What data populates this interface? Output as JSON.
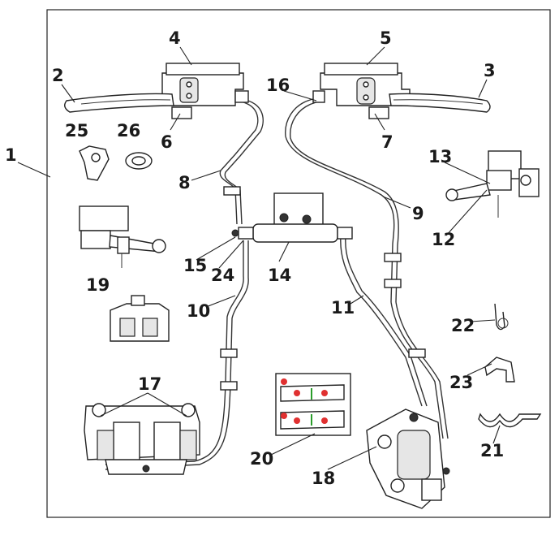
{
  "diagram": {
    "callouts": [
      "1",
      "2",
      "3",
      "4",
      "5",
      "6",
      "7",
      "8",
      "9",
      "10",
      "11",
      "12",
      "13",
      "14",
      "15",
      "16",
      "17",
      "18",
      "19",
      "20",
      "21",
      "22",
      "23",
      "24",
      "25",
      "26"
    ]
  },
  "icons": {
    "lever": "brake-lever",
    "master": "master-cylinder",
    "caliper": "brake-caliper",
    "pad": "brake-pad",
    "hose": "brake-hose",
    "clip": "hose-clip"
  }
}
